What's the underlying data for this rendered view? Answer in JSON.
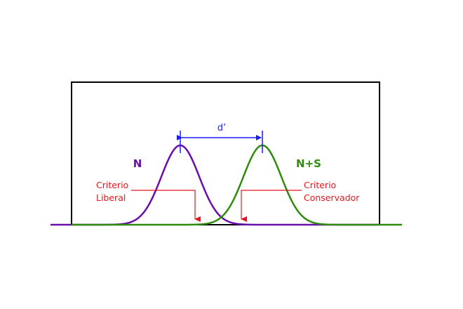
{
  "labels": {
    "noise": "N",
    "signal": "N+S",
    "dprime": "d’",
    "liberal_line1": "Criterio",
    "liberal_line2": "Liberal",
    "conservative_line1": "Criterio",
    "conservative_line2": "Conservador"
  },
  "colors": {
    "noise": "#6a0dad",
    "signal": "#2e8b0e",
    "criterion": "#e8141b",
    "dprime": "#1a1aff",
    "frame": "#000000"
  }
}
